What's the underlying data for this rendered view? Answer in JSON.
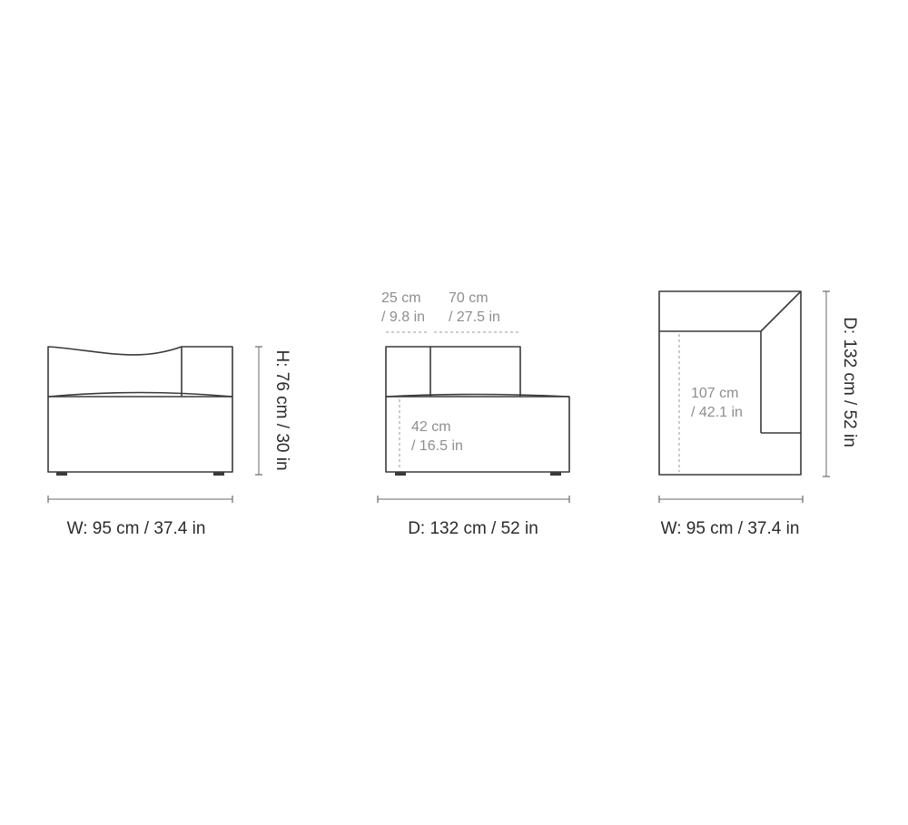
{
  "front_view": {
    "width_label": "W: 95 cm / 37.4 in",
    "height_label": "H: 76 cm / 30 in"
  },
  "side_view": {
    "depth_label": "D: 132 cm / 52 in",
    "backrest_depth_line1": "25 cm",
    "backrest_depth_line2": "/ 9.8 in",
    "seat_depth_line1": "70 cm",
    "seat_depth_line2": "/ 27.5 in",
    "seat_height_line1": "42 cm",
    "seat_height_line2": "/ 16.5 in"
  },
  "top_view": {
    "width_label": "W: 95 cm / 37.4 in",
    "depth_label": "D: 132 cm / 52 in",
    "inner_depth_line1": "107 cm",
    "inner_depth_line2": "/ 42.1 in"
  },
  "colors": {
    "outline": "#3a3a3a",
    "main_text": "#2b2b2b",
    "secondary_text": "#8e8e8e",
    "background": "#ffffff"
  }
}
